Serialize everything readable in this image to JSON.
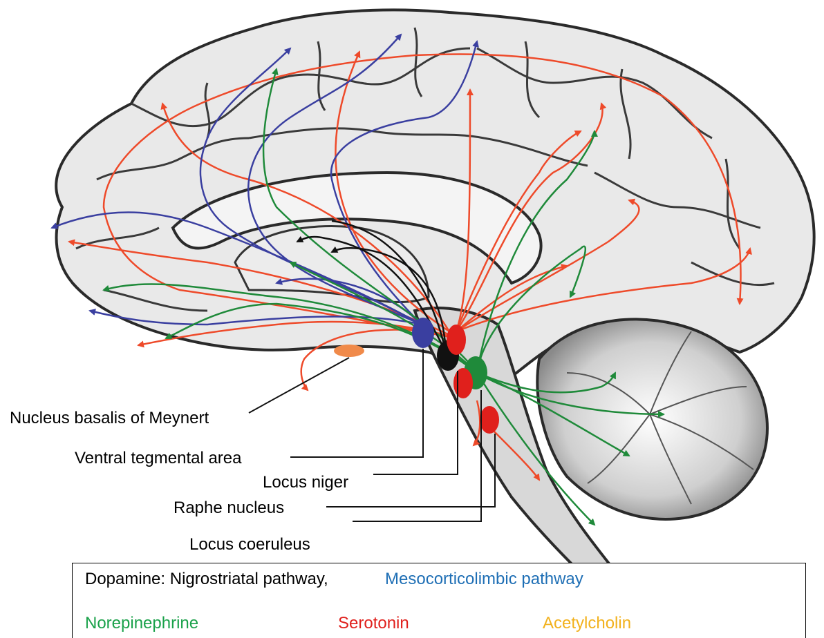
{
  "labels": {
    "basalis": "Nucleus basalis of Meynert",
    "ventral": "Ventral tegmental area",
    "niger": "Locus niger",
    "raphe": "Raphe nucleus",
    "coeruleus": "Locus coeruleus"
  },
  "legend": {
    "dopamine_prefix": "Dopamine: Nigrostriatal pathway,",
    "mesocorticolimbic": "Mesocorticolimbic pathway",
    "norepinephrine": "Norepinephrine",
    "serotonin": "Serotonin",
    "acetylcholin": "Acetylcholin"
  },
  "colors": {
    "dopamine_nigrostriatal": "#111111",
    "dopamine_mesocorticolimbic": "#3a3fa0",
    "norepinephrine": "#1f8a3a",
    "serotonin": "#ee4a2a",
    "acetylcholin": "#f08a4a",
    "legend_meso": "#1f6fb5",
    "legend_ne": "#1aa14a",
    "legend_5ht": "#e0201c",
    "legend_ach": "#f2b11c"
  },
  "nuclei": [
    {
      "name": "ventral-tegmental-nucleus",
      "color": "#3a3fa0"
    },
    {
      "name": "substantia-nigra-nucleus",
      "color": "#111111"
    },
    {
      "name": "locus-coeruleus-nucleus",
      "color": "#1f8a3a"
    },
    {
      "name": "raphe-nucleus-upper",
      "color": "#e0201c"
    },
    {
      "name": "raphe-nucleus-middle",
      "color": "#e0201c"
    },
    {
      "name": "raphe-nucleus-lower",
      "color": "#e0201c"
    },
    {
      "name": "basalis-nucleus",
      "color": "#f08a4a"
    }
  ]
}
